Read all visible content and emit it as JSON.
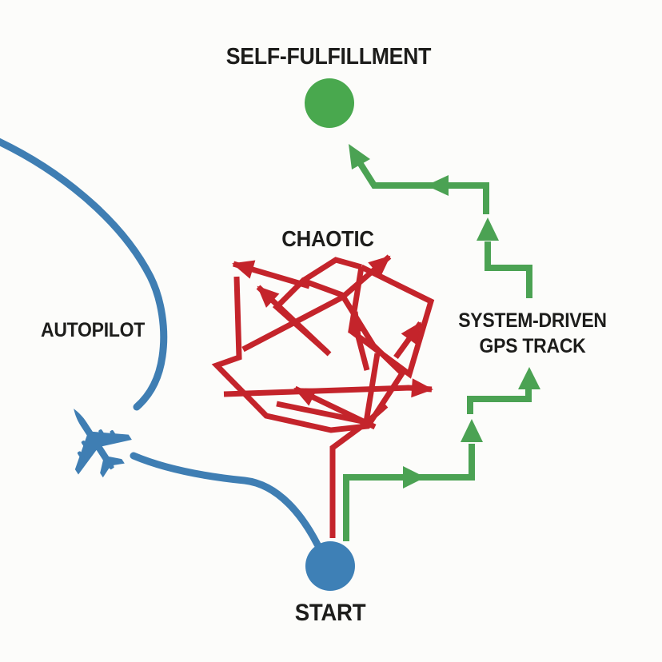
{
  "nodes": {
    "goal_label": "SELF-FULFILLMENT",
    "start_label": "START"
  },
  "paths": {
    "autopilot": {
      "label": "AUTOPILOT"
    },
    "chaotic": {
      "label": "CHAOTIC"
    },
    "gps": {
      "label_line1": "SYSTEM-DRIVEN",
      "label_line2": "GPS TRACK"
    }
  },
  "colors": {
    "background": "#fcfcfa",
    "blue": "#3f7eb3",
    "blue_circle": "#3e80b6",
    "red": "#c4242b",
    "green": "#4ba253",
    "green_circle": "#49a84e",
    "text": "#1d1d1b"
  }
}
